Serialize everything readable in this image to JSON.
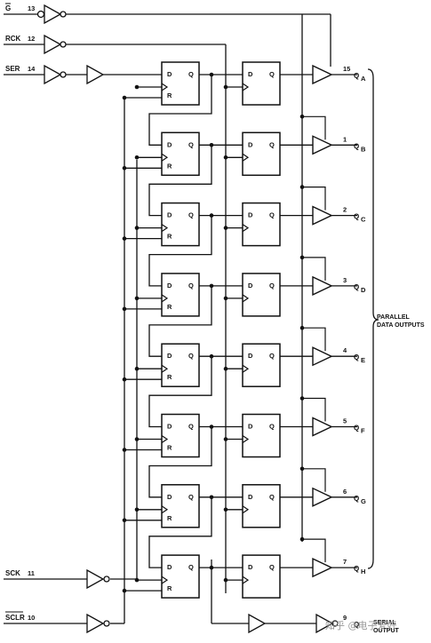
{
  "inputs": [
    {
      "name": "G",
      "pin": "13"
    },
    {
      "name": "RCK",
      "pin": "12"
    },
    {
      "name": "SER",
      "pin": "14"
    },
    {
      "name": "SCK",
      "pin": "11"
    },
    {
      "name": "SCLR",
      "pin": "10"
    }
  ],
  "flipflop_labels": {
    "d": "D",
    "q": "Q",
    "r": "R"
  },
  "outputs": [
    {
      "pin": "15",
      "base": "Q",
      "sub": "A"
    },
    {
      "pin": "1",
      "base": "Q",
      "sub": "B"
    },
    {
      "pin": "2",
      "base": "Q",
      "sub": "C"
    },
    {
      "pin": "3",
      "base": "Q",
      "sub": "D"
    },
    {
      "pin": "4",
      "base": "Q",
      "sub": "E"
    },
    {
      "pin": "5",
      "base": "Q",
      "sub": "F"
    },
    {
      "pin": "6",
      "base": "Q",
      "sub": "G"
    },
    {
      "pin": "7",
      "base": "Q",
      "sub": "H"
    }
  ],
  "serial_output": {
    "pin": "9",
    "base": "Q",
    "sub": "H'",
    "label_line1": "SERIAL",
    "label_line2": "OUTPUT"
  },
  "bracket_label": {
    "line1": "PARALLEL",
    "line2": "DATA OUTPUTS"
  },
  "watermark": "知乎 @电子爱好"
}
